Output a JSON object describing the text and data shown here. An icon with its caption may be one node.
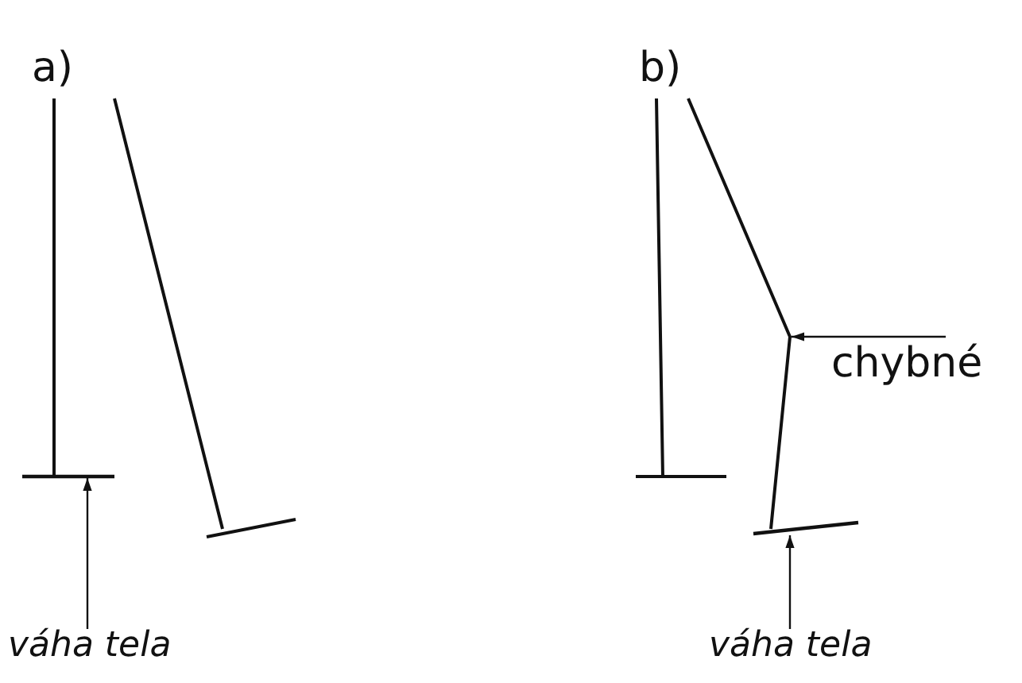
{
  "diagram": {
    "nodes": [
      {
        "text": [
          "váha tela"
        ]
      },
      {
        "text": [
          "váha tela"
        ]
      },
      {
        "text": [
          "chybné"
        ]
      },
      {
        "text": [],
        "shape": "bar"
      },
      {
        "text": [],
        "shape": "line"
      },
      {
        "text": [],
        "shape": "bar"
      }
    ],
    "edges": [
      {
        "from": 0,
        "to": 3,
        "arrow": "to"
      },
      {
        "from": 1,
        "to": 5,
        "arrow": "to"
      },
      {
        "from": 2,
        "to": 4,
        "arrow": "to"
      }
    ],
    "labels": [
      "a)",
      "b)"
    ]
  }
}
